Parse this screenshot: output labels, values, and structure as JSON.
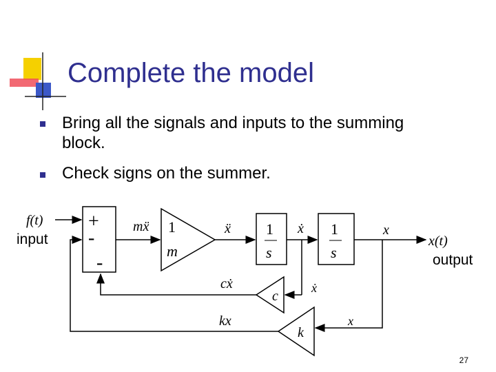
{
  "title": "Complete the model",
  "bullets": [
    "Bring all the signals and inputs to the summing block.",
    "Check signs on the summer."
  ],
  "diagram": {
    "input_signal": "f(t)",
    "input_caption": "input",
    "summer_signs": [
      "+",
      "-",
      "-"
    ],
    "mass_block": {
      "numerator": "1",
      "denominator": "m"
    },
    "integrator_1": {
      "numerator": "1",
      "denominator": "s"
    },
    "integrator_2": {
      "numerator": "1",
      "denominator": "s"
    },
    "damper_gain": "c",
    "spring_gain": "k",
    "output_signal": "x(t)",
    "output_caption": "output",
    "signal_labels": {
      "force_sum": "mẍ",
      "acceleration": "ẍ",
      "velocity": "ẋ",
      "position": "x",
      "damper_in": "ẋ",
      "damper_out": "cẋ",
      "spring_in": "x",
      "spring_out": "kx"
    }
  },
  "page_number": "27"
}
